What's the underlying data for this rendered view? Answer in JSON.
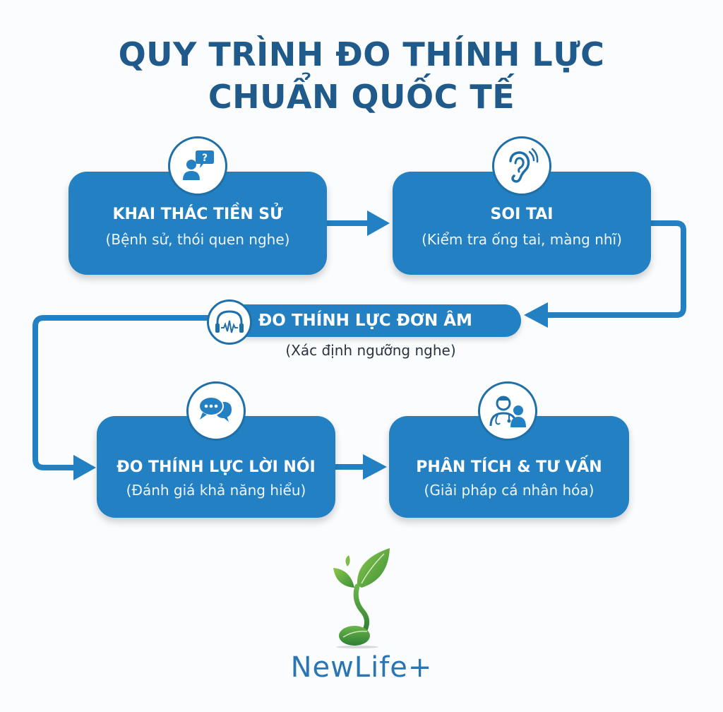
{
  "title": {
    "line1": "QUY TRÌNH ĐO THÍNH LỰC",
    "line2": "CHUẨN QUỐC TẾ"
  },
  "steps": [
    {
      "heading": "KHAI THÁC TIỀN SỬ",
      "sub": "(Bệnh sử, thói quen nghe)",
      "icon": "person-question-icon"
    },
    {
      "heading": "SOI TAI",
      "sub": "(Kiểm tra ống tai, màng nhĩ)",
      "icon": "ear-icon"
    },
    {
      "heading": "ĐO THÍNH LỰC ĐƠN ÂM",
      "sub": "(Xác định ngưỡng nghe)",
      "icon": "headphones-waveform-icon"
    },
    {
      "heading": "ĐO THÍNH LỰC LỜI NÓI",
      "sub": "(Đánh giá khả năng hiểu)",
      "icon": "speech-bubbles-icon"
    },
    {
      "heading": "PHÂN TÍCH & TƯ VẤN",
      "sub": "(Giải pháp cá nhân hóa)",
      "icon": "doctor-patient-icon"
    }
  ],
  "brand": {
    "name": "NewLife+"
  },
  "colors": {
    "primary": "#2280c3",
    "title": "#1f5a8a",
    "leaf_green": "#5aa83a"
  }
}
